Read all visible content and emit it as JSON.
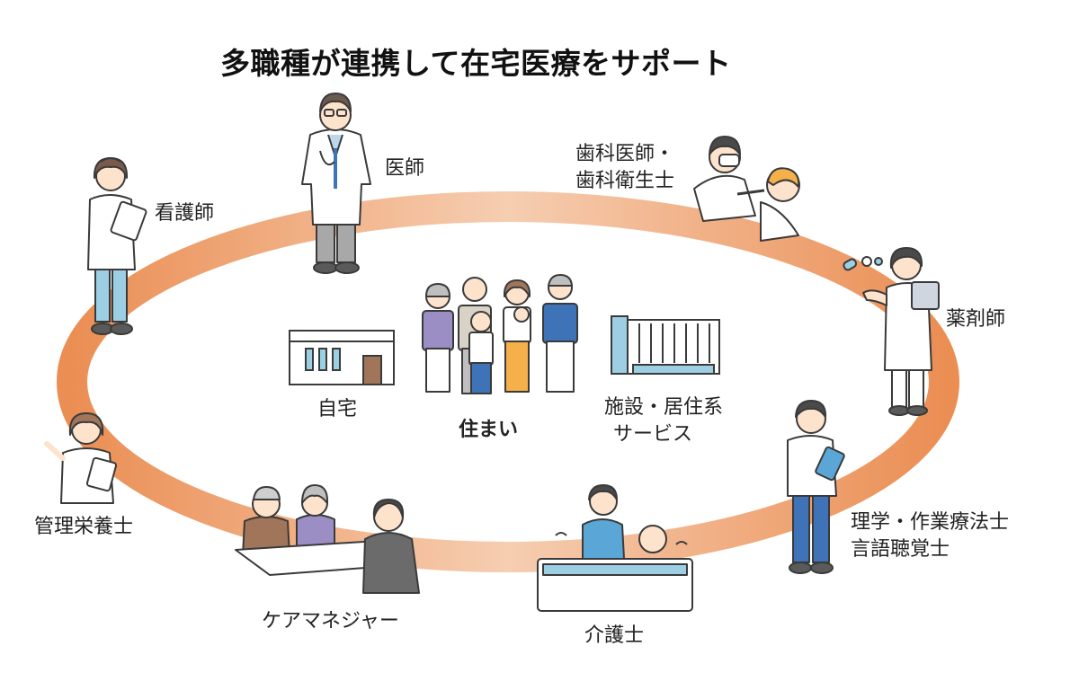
{
  "title": "多職種が連携して在宅医療をサポート",
  "center": {
    "home": "自宅",
    "residence": "住まい",
    "facility_lines": [
      "施設・居住系",
      "サービス"
    ]
  },
  "roles": {
    "doctor": "医師",
    "nurse": "看護師",
    "dentist_lines": [
      "歯科医師・",
      "歯科衛生士"
    ],
    "pharmacist": "薬剤師",
    "therapist_lines": [
      "理学・作業療法士",
      "言語聴覚士"
    ],
    "caregiver": "介護士",
    "care_manager": "ケアマネジャー",
    "dietitian": "管理栄養士"
  },
  "colors": {
    "ring_outer": "#e98a4e",
    "ring_inner": "#fdeadb",
    "skin": "#fde3cc",
    "hair": "#6b5a4e",
    "outline": "#3a3a3a",
    "blue_pants": "#3f73b8",
    "light_blue": "#9ccfe3",
    "gray": "#a8a8a8",
    "orange_accent": "#f5b04a"
  }
}
